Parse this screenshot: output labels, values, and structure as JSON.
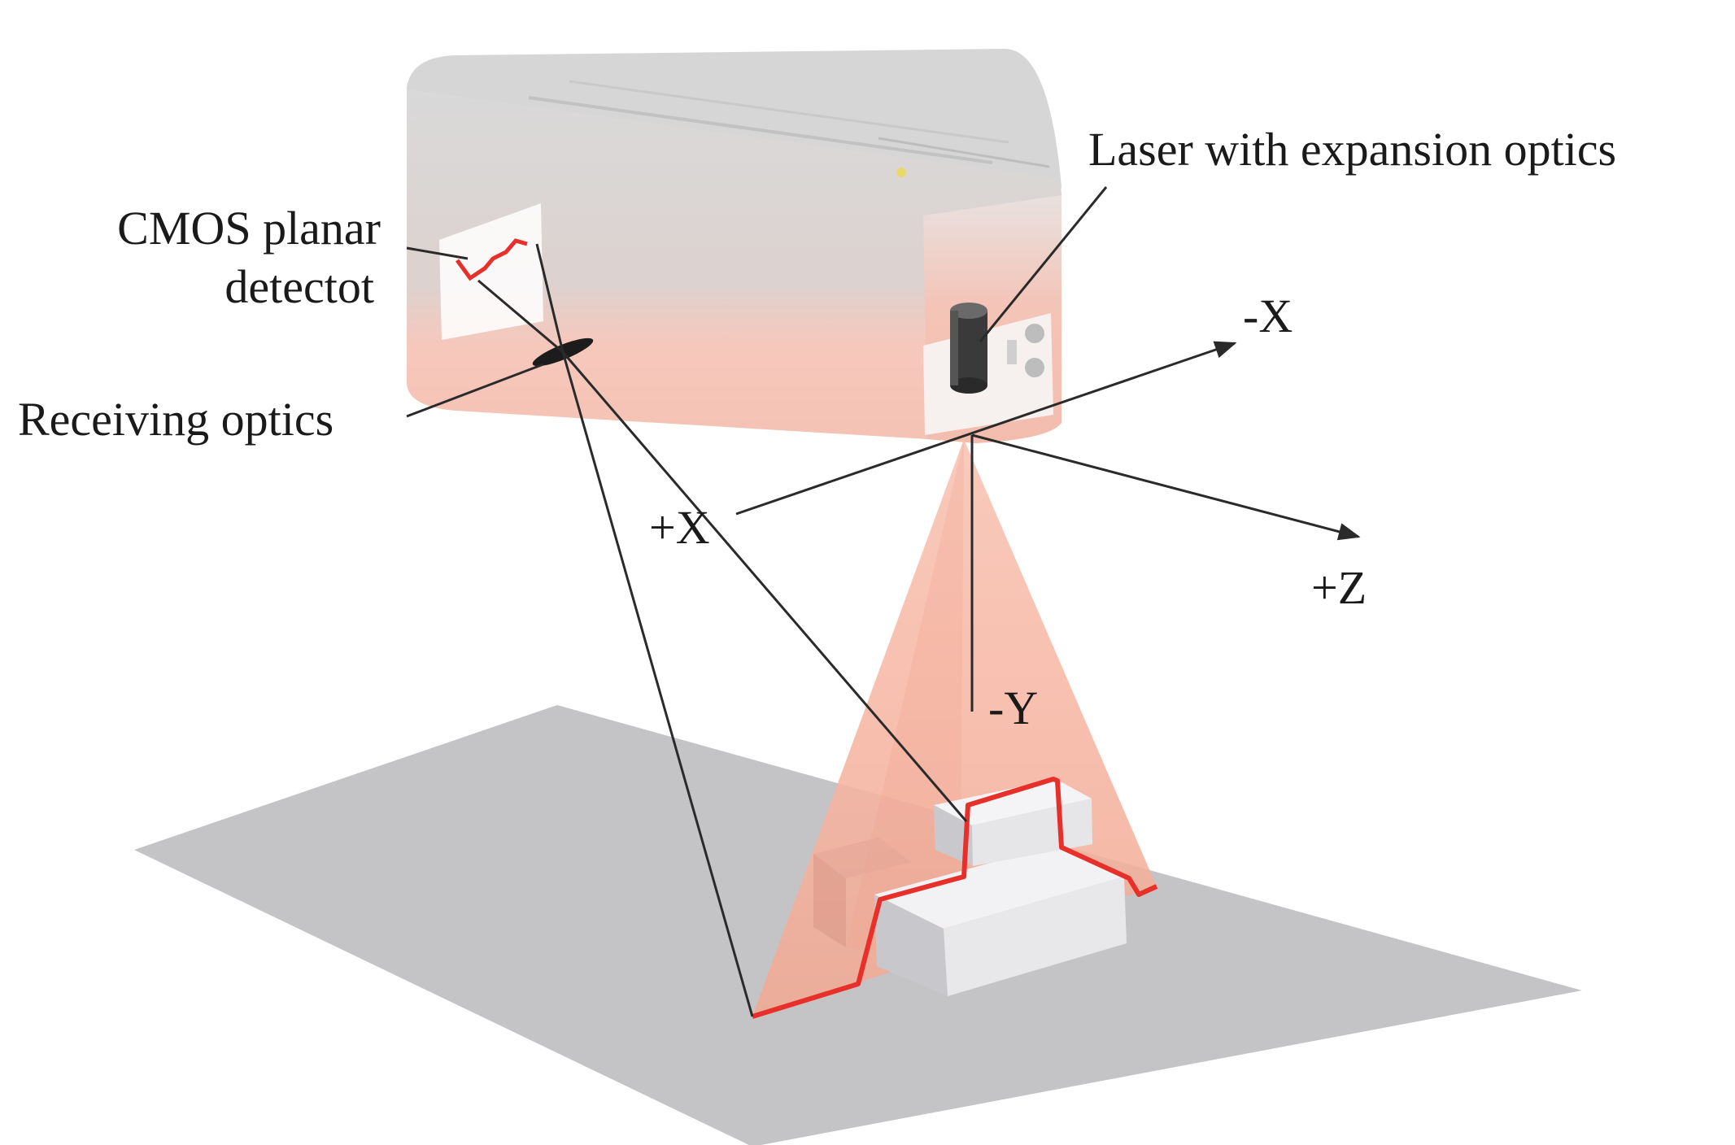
{
  "labels": {
    "laser": "Laser with expansion optics",
    "cmos_line1": "CMOS planar",
    "cmos_line2": "detectot",
    "receiving": "Receiving optics",
    "minus_x": "-X",
    "plus_x": "+X",
    "plus_z": "+Z",
    "minus_y": "-Y"
  },
  "colors": {
    "housing_gray": "#d4d4d4",
    "housing_pink": "#f6c7bb",
    "laser_fan": "#f7b8a6",
    "laser_line": "#e8302a",
    "floor": "#c4c4c6",
    "object": "#e4e4e6"
  }
}
